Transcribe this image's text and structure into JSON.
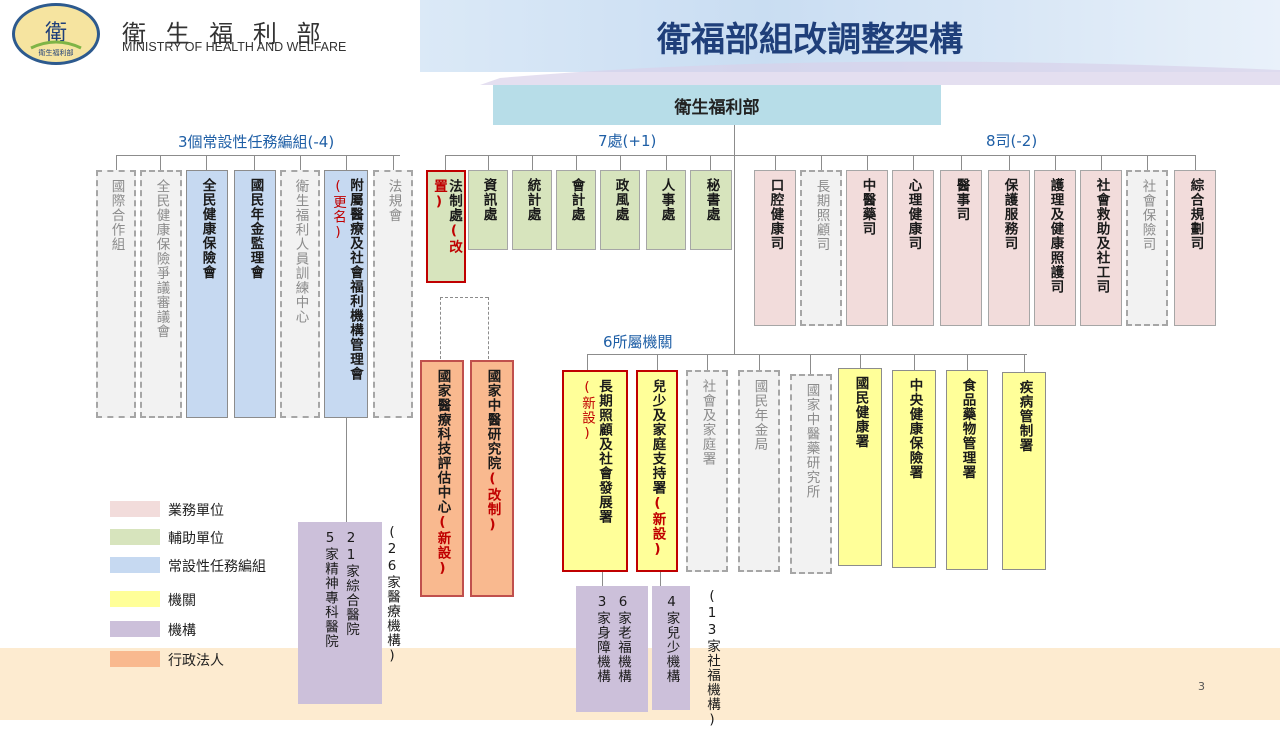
{
  "header": {
    "org_cn": "衛 生 福 利 部",
    "org_en": "MINISTRY OF HEALTH AND WELFARE",
    "logo_caption": "衛生福利部",
    "title": "衛福部組改調整架構"
  },
  "top": {
    "ministry": "衛生福利部"
  },
  "sections": {
    "task_groups": "3個常設性任務編組(-4)",
    "offices": "7處(+1)",
    "departments": "8司(-2)",
    "agencies": "6所屬機關"
  },
  "task_units": [
    "國際合作組",
    "全民健康保險爭議審議會",
    "全民健康保險會",
    "國民年金監理會",
    "衛生福利人員訓練中心",
    "附屬醫療及社會福利機構管理會",
    "法規會"
  ],
  "task_rename_tag": "(更名)",
  "offices": [
    "法制處",
    "資訊處",
    "統計處",
    "會計處",
    "政風處",
    "人事處",
    "秘書處"
  ],
  "office_new_tag": "(改置)",
  "departments": [
    "口腔健康司",
    "長期照顧司",
    "中醫藥司",
    "心理健康司",
    "醫事司",
    "保護服務司",
    "護理及健康照護司",
    "社會救助及社工司",
    "社會保險司",
    "綜合規劃司"
  ],
  "legal_entities": {
    "hta": "國家醫療科技評估中心",
    "hta_tag": "(新設)",
    "nricm": "國家中醫研究院",
    "nricm_tag": "(改制)"
  },
  "agencies": [
    "長期照顧及社會發展署",
    "兒少及家庭支持署",
    "社會及家庭署",
    "國民年金局",
    "國家中醫藥研究所",
    "國民健康署",
    "中央健康保險署",
    "食品藥物管理署",
    "疾病管制署"
  ],
  "agency_tags": {
    "ltc": "(新設)",
    "child": "(新設)"
  },
  "institutions": {
    "hospitals_general": "21家綜合醫院",
    "hospitals_psych": "5家精神專科醫院",
    "hospitals_total": "(26家醫療機構)",
    "elderly": "6家老福機構",
    "disabled": "3家身障機構",
    "children": "4家兒少機構",
    "welfare_total": "(13家社福機構)"
  },
  "legend": [
    {
      "label": "業務單位",
      "color": "#f2dcdb"
    },
    {
      "label": "輔助單位",
      "color": "#d7e4bd"
    },
    {
      "label": "常設性任務編組",
      "color": "#c6d9f1"
    },
    {
      "label": "機關",
      "color": "#ffff99"
    },
    {
      "label": "機構",
      "color": "#ccc0da"
    },
    {
      "label": "行政法人",
      "color": "#f9b98f"
    }
  ],
  "page_number": "3"
}
